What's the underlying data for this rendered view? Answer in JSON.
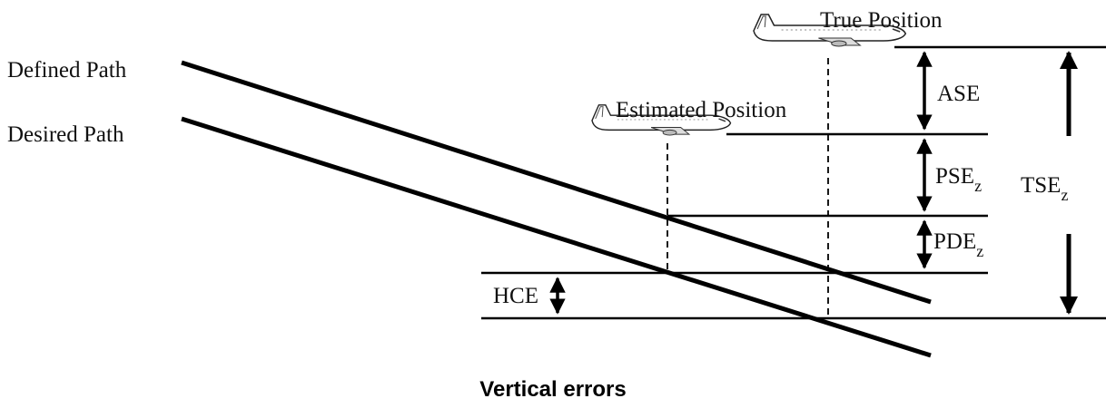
{
  "diagram": {
    "labels": {
      "defined_path": "Defined Path",
      "desired_path": "Desired Path",
      "true_position": "True Position",
      "estimated_position": "Estimated Position",
      "ase": "ASE",
      "pse_main": "PSE",
      "pse_sub": "z",
      "pde_main": "PDE",
      "pde_sub": "z",
      "tse_main": "TSE",
      "tse_sub": "z",
      "hce": "HCE"
    },
    "caption": "Vertical errors"
  },
  "colors": {
    "line": "#000000",
    "aircraft_body": "#ffffff",
    "aircraft_outline": "#222222"
  },
  "icons": {
    "aircraft": "airliner-icon"
  }
}
